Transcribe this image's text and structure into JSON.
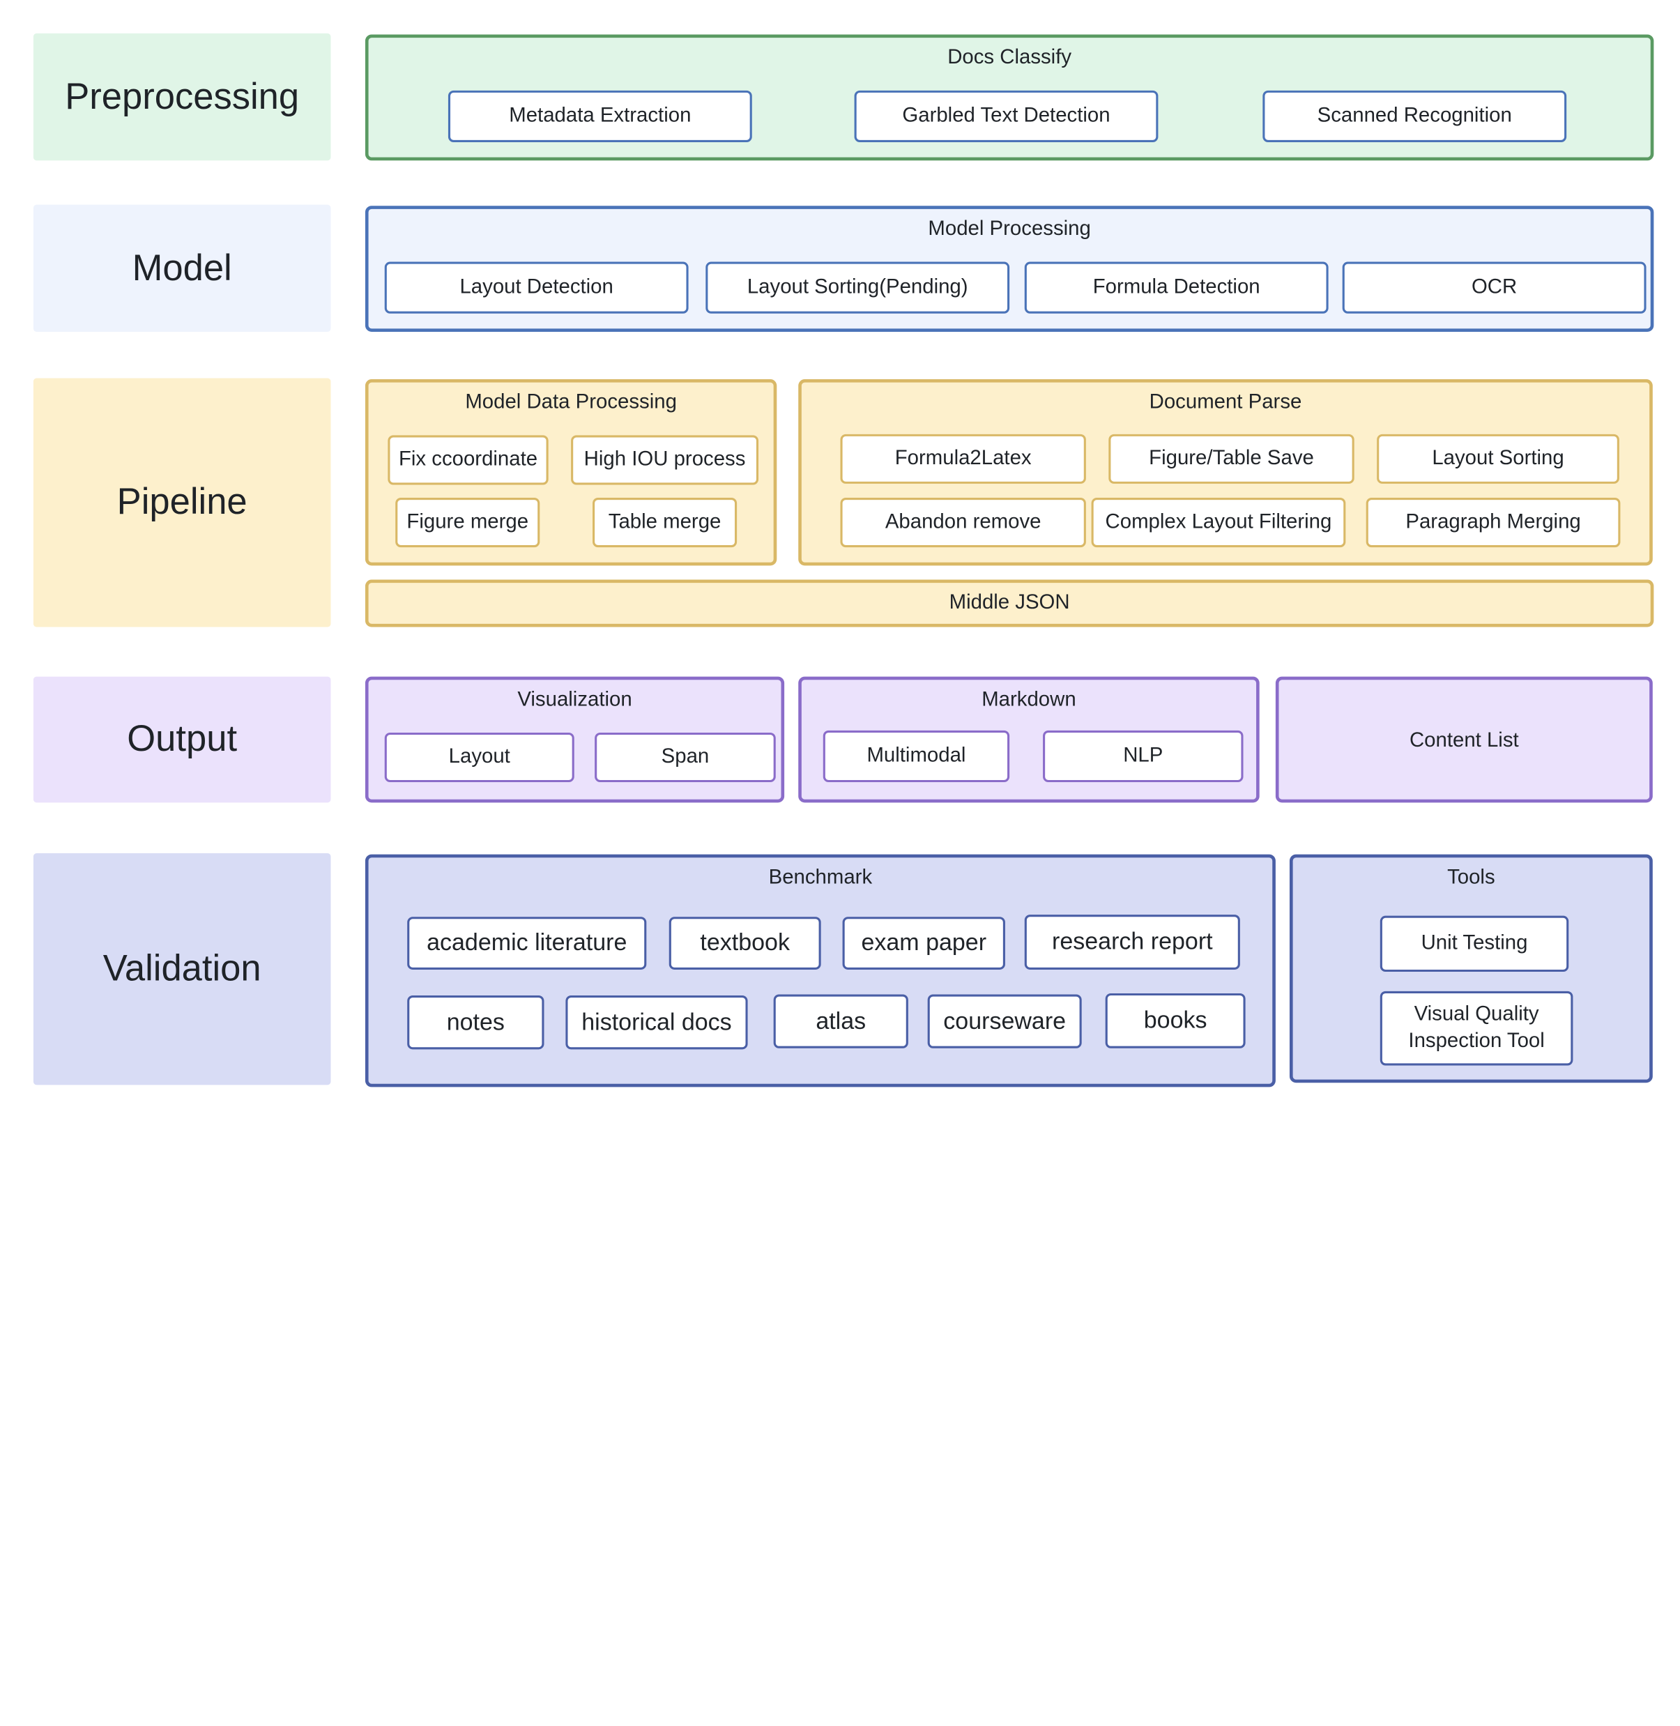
{
  "rows": {
    "preprocessing": "Preprocessing",
    "model": "Model",
    "pipeline": "Pipeline",
    "output": "Output",
    "validation": "Validation"
  },
  "docs_classify": {
    "title": "Docs Classify",
    "items": [
      "Metadata Extraction",
      "Garbled Text Detection",
      "Scanned Recognition"
    ]
  },
  "model_processing": {
    "title": "Model Processing",
    "items": [
      "Layout Detection",
      "Layout Sorting(Pending)",
      "Formula Detection",
      "OCR"
    ]
  },
  "model_data_processing": {
    "title": "Model Data Processing",
    "items": [
      "Fix ccoordinate",
      "High IOU process",
      "Figure merge",
      "Table merge"
    ]
  },
  "document_parse": {
    "title": "Document Parse",
    "items": [
      "Formula2Latex",
      "Figure/Table Save",
      "Layout Sorting",
      "Abandon remove",
      "Complex Layout Filtering",
      "Paragraph Merging"
    ]
  },
  "middle_json": "Middle JSON",
  "visualization": {
    "title": "Visualization",
    "items": [
      "Layout",
      "Span"
    ]
  },
  "markdown": {
    "title": "Markdown",
    "items": [
      "Multimodal",
      "NLP"
    ]
  },
  "content_list": "Content List",
  "benchmark": {
    "title": "Benchmark",
    "items": [
      "academic literature",
      "textbook",
      "exam paper",
      "research report",
      "notes",
      "historical docs",
      "atlas",
      "courseware",
      "books"
    ]
  },
  "tools": {
    "title": "Tools",
    "items": [
      "Unit Testing",
      "Visual Quality Inspection Tool"
    ]
  },
  "colors": {
    "preprocessing_bg": "#e0f5e7",
    "model_bg": "#eef3fd",
    "pipeline_bg": "#fdf0cc",
    "output_bg": "#ebe2fc",
    "validation_bg": "#d8dcf5"
  }
}
